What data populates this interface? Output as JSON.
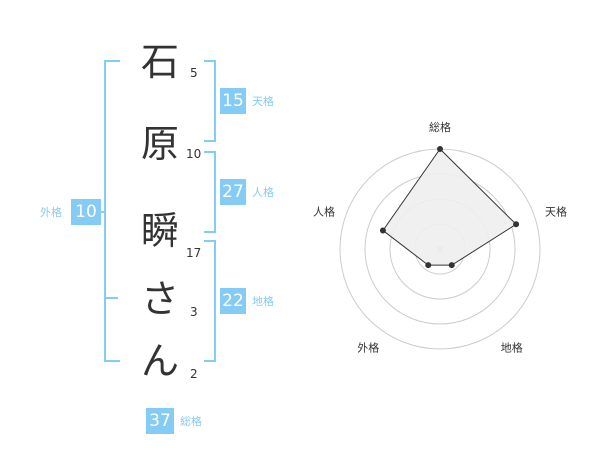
{
  "name_chars": [
    {
      "char": "石",
      "strokes": "5"
    },
    {
      "char": "原",
      "strokes": "10"
    },
    {
      "char": "瞬",
      "strokes": "17"
    },
    {
      "char": "さ",
      "strokes": "3"
    },
    {
      "char": "ん",
      "strokes": "2"
    }
  ],
  "kaku": {
    "tenkaku": {
      "value": "15",
      "label": "天格"
    },
    "jinkaku": {
      "value": "27",
      "label": "人格"
    },
    "chikaku": {
      "value": "22",
      "label": "地格"
    },
    "gaikaku": {
      "value": "10",
      "label": "外格"
    },
    "soukaku": {
      "value": "37",
      "label": "総格"
    }
  },
  "colors": {
    "accent": "#84ccf6",
    "text": "#333333",
    "grid": "#cccccc",
    "fill": "#eeeeee"
  },
  "chart_data": {
    "type": "radar",
    "axes": [
      "総格",
      "天格",
      "地格",
      "外格",
      "人格"
    ],
    "values": [
      5,
      4,
      1,
      1,
      3
    ],
    "max": 5,
    "rings": 4
  }
}
